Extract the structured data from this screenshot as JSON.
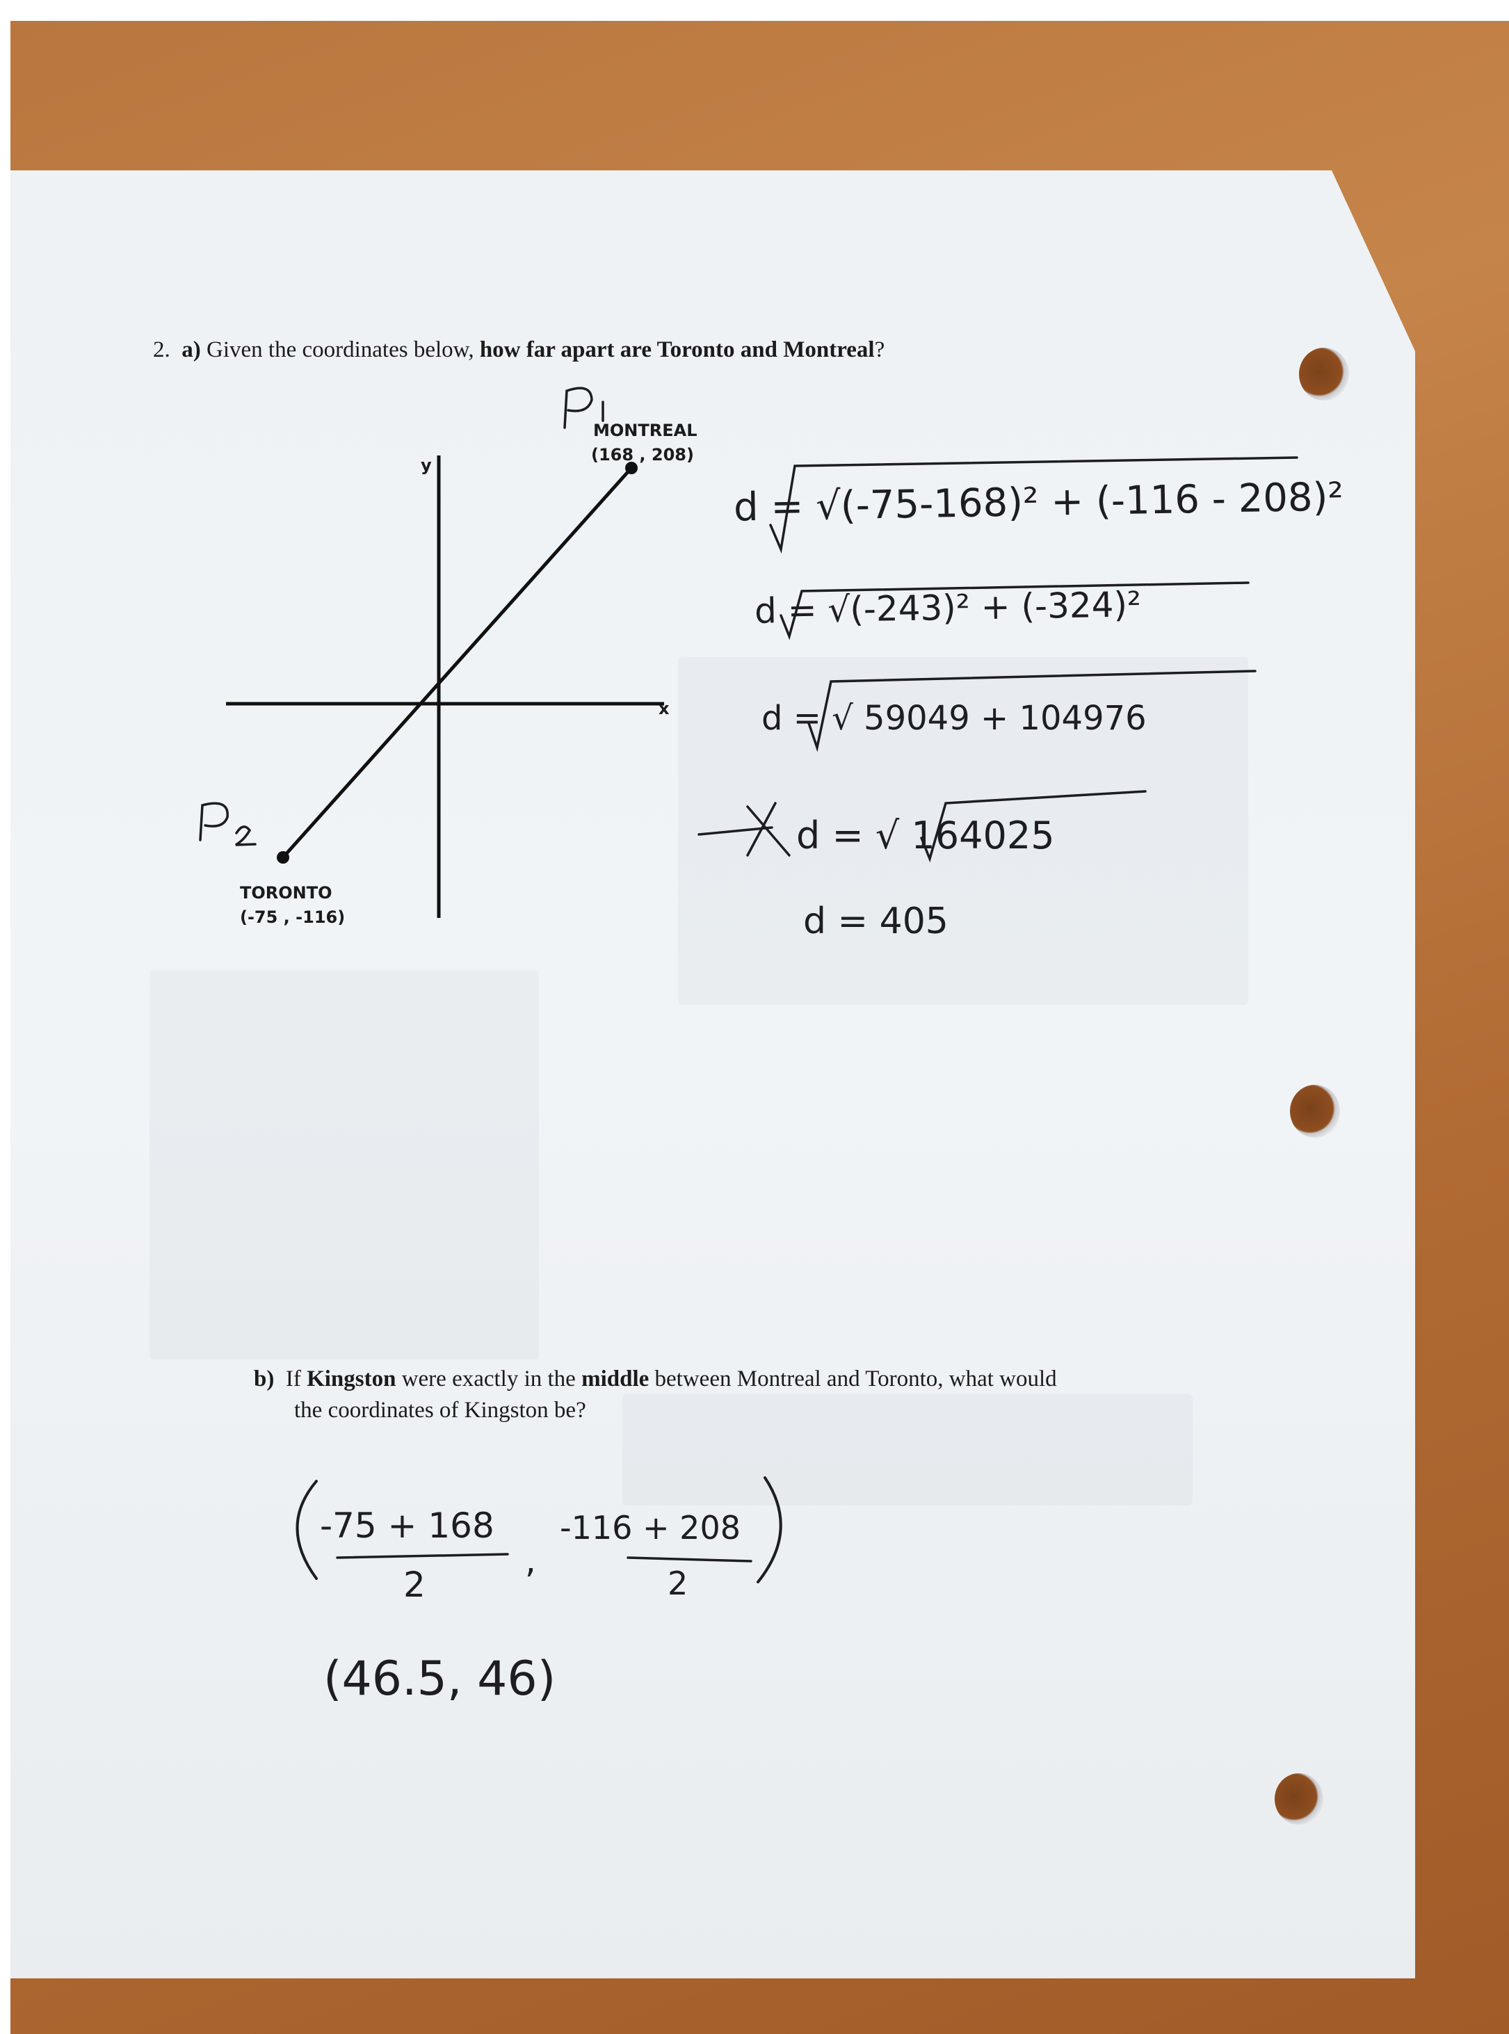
{
  "question_a": {
    "number": "2.",
    "part": "a)",
    "text_plain_1": "Given the coordinates below,",
    "text_bold": "how far apart are Toronto and Montreal",
    "text_plain_2": "?"
  },
  "graph": {
    "axis_x_label": "x",
    "axis_y_label": "y",
    "point_top": {
      "name": "MONTREAL",
      "coords": "(168 , 208)",
      "handwritten_label": "P₁"
    },
    "point_bottom": {
      "name": "TORONTO",
      "coords": "(-75 , -116)",
      "handwritten_label": "P₂"
    }
  },
  "work_a": {
    "line1": "d = √(-75-168)² + (-116 - 208)²",
    "line2": "d = √(-243)² + (-324)²",
    "line3": "d = √ 59049 + 104976",
    "line4": "d = √ 164025",
    "line5": "d = 405"
  },
  "question_b": {
    "part": "b)",
    "t1": "If",
    "b1": "Kingston",
    "t2": "were exactly in the",
    "b2": "middle",
    "t3": "between Montreal and Toronto, what would",
    "line2": "the coordinates of Kingston be?"
  },
  "work_b": {
    "num_x": "-75 + 168",
    "den_x": "2",
    "num_y": "-116 + 208",
    "den_y": "2",
    "answer": "(46.5, 46)"
  },
  "colors": {
    "ink": "#1d1d22",
    "paper": "#eef2f5",
    "table": "#b9773f"
  }
}
